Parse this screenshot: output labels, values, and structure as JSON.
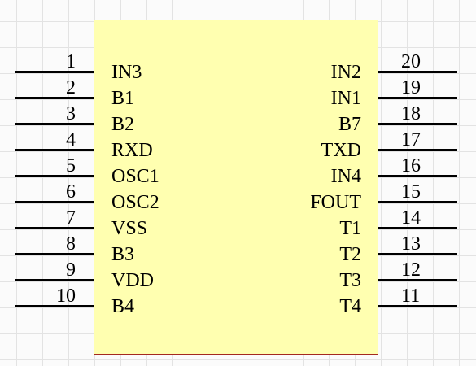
{
  "component": {
    "body_fill": "#ffffb0",
    "body_border": "#a32a1f",
    "pins_left": [
      {
        "number": "1",
        "name": "IN3"
      },
      {
        "number": "2",
        "name": "B1"
      },
      {
        "number": "3",
        "name": "B2"
      },
      {
        "number": "4",
        "name": "RXD"
      },
      {
        "number": "5",
        "name": "OSC1"
      },
      {
        "number": "6",
        "name": "OSC2"
      },
      {
        "number": "7",
        "name": "VSS"
      },
      {
        "number": "8",
        "name": "B3"
      },
      {
        "number": "9",
        "name": "VDD"
      },
      {
        "number": "10",
        "name": "B4"
      }
    ],
    "pins_right": [
      {
        "number": "20",
        "name": "IN2"
      },
      {
        "number": "19",
        "name": "IN1"
      },
      {
        "number": "18",
        "name": "B7"
      },
      {
        "number": "17",
        "name": "TXD"
      },
      {
        "number": "16",
        "name": "IN4"
      },
      {
        "number": "15",
        "name": "FOUT"
      },
      {
        "number": "14",
        "name": "T1"
      },
      {
        "number": "13",
        "name": "T2"
      },
      {
        "number": "12",
        "name": "T3"
      },
      {
        "number": "11",
        "name": "T4"
      }
    ]
  }
}
